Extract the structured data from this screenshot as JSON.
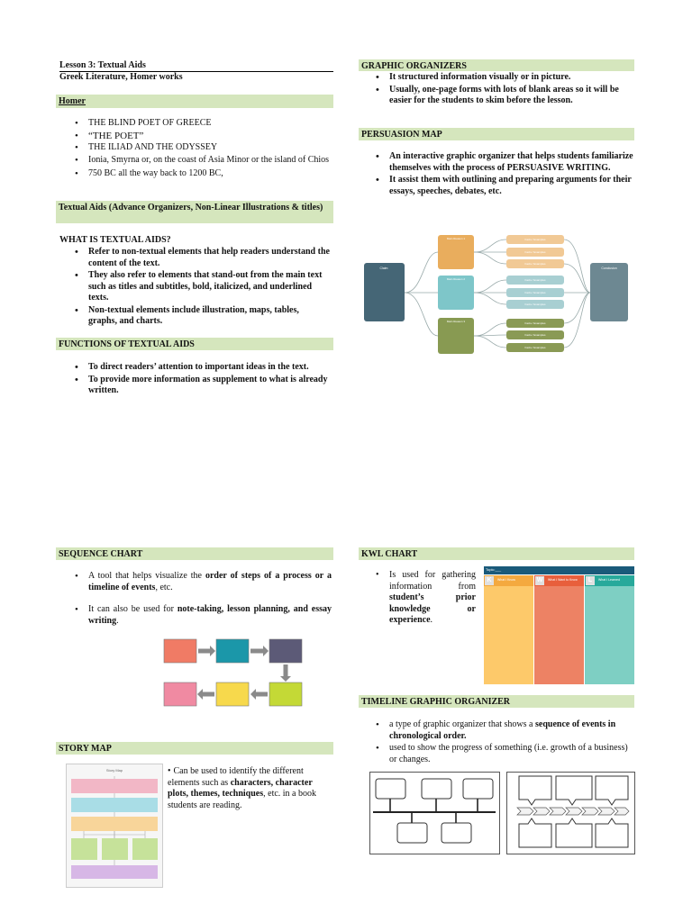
{
  "lesson": {
    "title": "Lesson 3: Textual Aids",
    "subtitle": "Greek Literature, Homer works",
    "homer_heading": "Homer",
    "homer_items": [
      "THE BLIND POET OF GREECE",
      "“THE POET”",
      "THE ILIAD AND THE ODYSSEY",
      "Ionia, Smyrna or, on the coast of Asia Minor or the island of Chios",
      "750 BC all the way back to 1200 BC,"
    ],
    "textual_aids_heading": "Textual Aids (Advance Organizers, Non-Linear Illustrations & titles)",
    "what_is_title": "WHAT IS TEXTUAL AIDS?",
    "what_is_items": [
      "Refer to non-textual elements that help readers understand the content of the text.",
      "They also refer to elements that stand-out from the main text such as titles and subtitles, bold, italicized, and underlined texts.",
      "Non-textual elements include illustration, maps, tables, graphs, and charts."
    ],
    "functions_heading": "FUNCTIONS OF TEXTUAL AIDS",
    "functions_items": [
      "To direct readers’ attention to important ideas in the text.",
      "To provide more information as supplement to what is already written."
    ]
  },
  "graphic_organizers": {
    "heading": "GRAPHIC ORGANIZERS",
    "items": [
      "It structured information visually or in picture.",
      "Usually, one-page forms with lots of blank areas so it will be easier for the students to skim before the lesson."
    ]
  },
  "persuasion_map": {
    "heading": "PERSUASION MAP",
    "items": [
      "An interactive graphic organizer that helps students familiarize themselves with the process of PERSUASIVE WRITING.",
      "It assist them with outlining and preparing arguments for their essays, speeches, debates, etc."
    ],
    "diagram": {
      "claim": "Claim",
      "conclusion": "Conclusion",
      "reasons": [
        "Main Reason 1",
        "Main Reason 2",
        "Main Reason 3"
      ],
      "fact": "Facts / Examples"
    }
  },
  "sequence_chart": {
    "heading": "SEQUENCE CHART",
    "item1_pre": "A tool that helps visualize the ",
    "item1_bold": "order of steps of a process or a timeline of events",
    "item1_post": ", etc.",
    "item2_pre": "It can also be used for ",
    "item2_bold": "note-taking, lesson planning, and essay writing",
    "item2_post": ".",
    "colors": [
      "#f07b65",
      "#1b97a9",
      "#5c5a77",
      "#f08aa2",
      "#f7d94c",
      "#c4d936"
    ]
  },
  "kwl_chart": {
    "heading": "KWL CHART",
    "text_pre": "Is used for gathering information from ",
    "text_bold": "student’s prior knowledge or experience",
    "text_post": ".",
    "topic": "Topic:___",
    "columns": [
      {
        "letter": "K",
        "label": "What I Know"
      },
      {
        "letter": "W",
        "label": "What I Want to Know"
      },
      {
        "letter": "L",
        "label": "What I Learned"
      }
    ]
  },
  "story_map": {
    "heading": "STORY MAP",
    "text_pre": "Can be used to identify the different elements such as ",
    "text_bold": "characters, character plots, themes, techniques",
    "text_post": ", etc. in a book students are reading.",
    "diagram_title": "Story Map"
  },
  "timeline": {
    "heading": "TIMELINE GRAPHIC ORGANIZER",
    "item1_pre": "a type of graphic organizer that shows a ",
    "item1_bold": "sequence of events in chronological order.",
    "item2": "used to show the progress of something (i.e. growth of a business) or changes."
  }
}
